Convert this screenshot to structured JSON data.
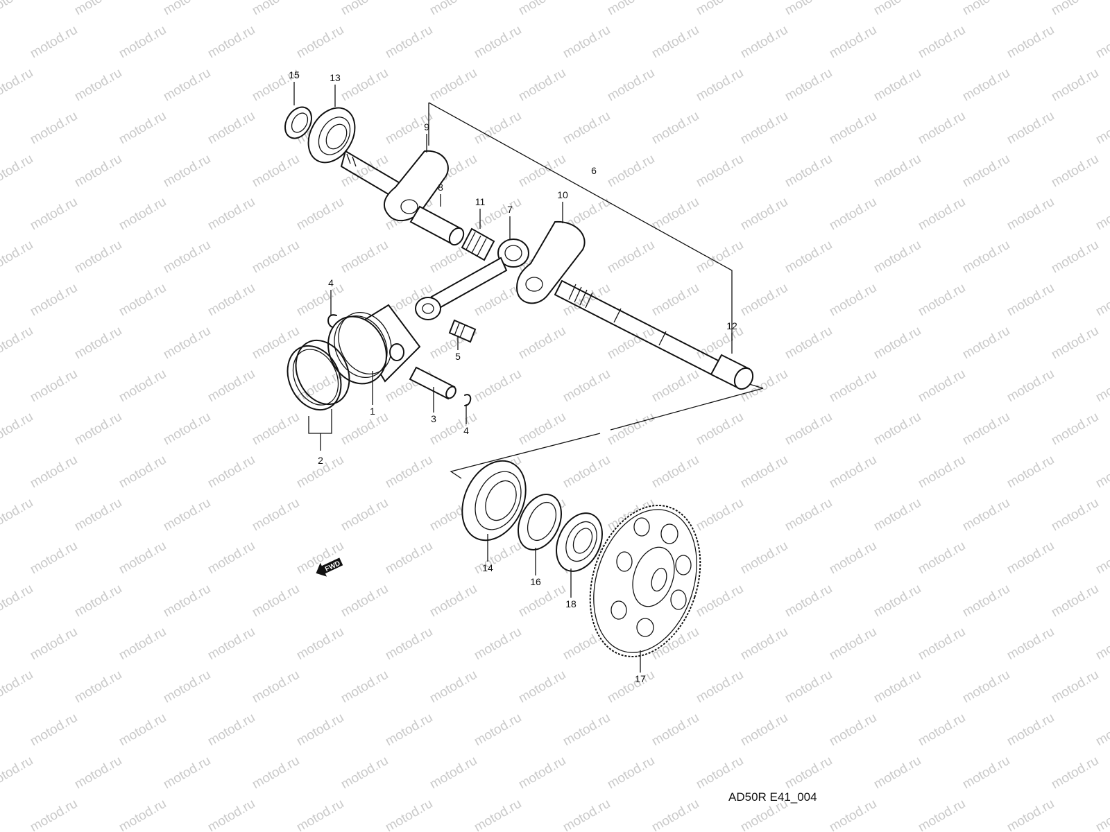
{
  "watermark": "motod.ru",
  "diagram_code": "AD50R E41_004",
  "fwd_label": "FWD",
  "callouts": [
    "1",
    "2",
    "3",
    "4",
    "4",
    "5",
    "6",
    "7",
    "8",
    "9",
    "10",
    "11",
    "12",
    "13",
    "14",
    "15",
    "16",
    "17",
    "18"
  ],
  "colors": {
    "line": "#111111",
    "watermark": "#c9c9c9",
    "background": "#ffffff"
  }
}
